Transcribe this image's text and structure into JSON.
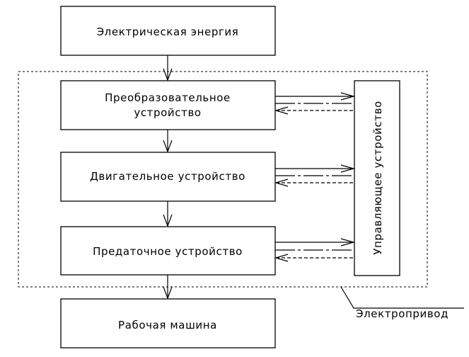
{
  "blocks": {
    "energy": "Электрическая энергия",
    "converter_line1": "Преобразовательное",
    "converter_line2": "устройство",
    "motor": "Двигательное устройство",
    "transmission": "Предаточное устройство",
    "machine": "Рабочая машина",
    "control": "Управляющее устройство"
  },
  "labels": {
    "drive": "Электропривод"
  }
}
